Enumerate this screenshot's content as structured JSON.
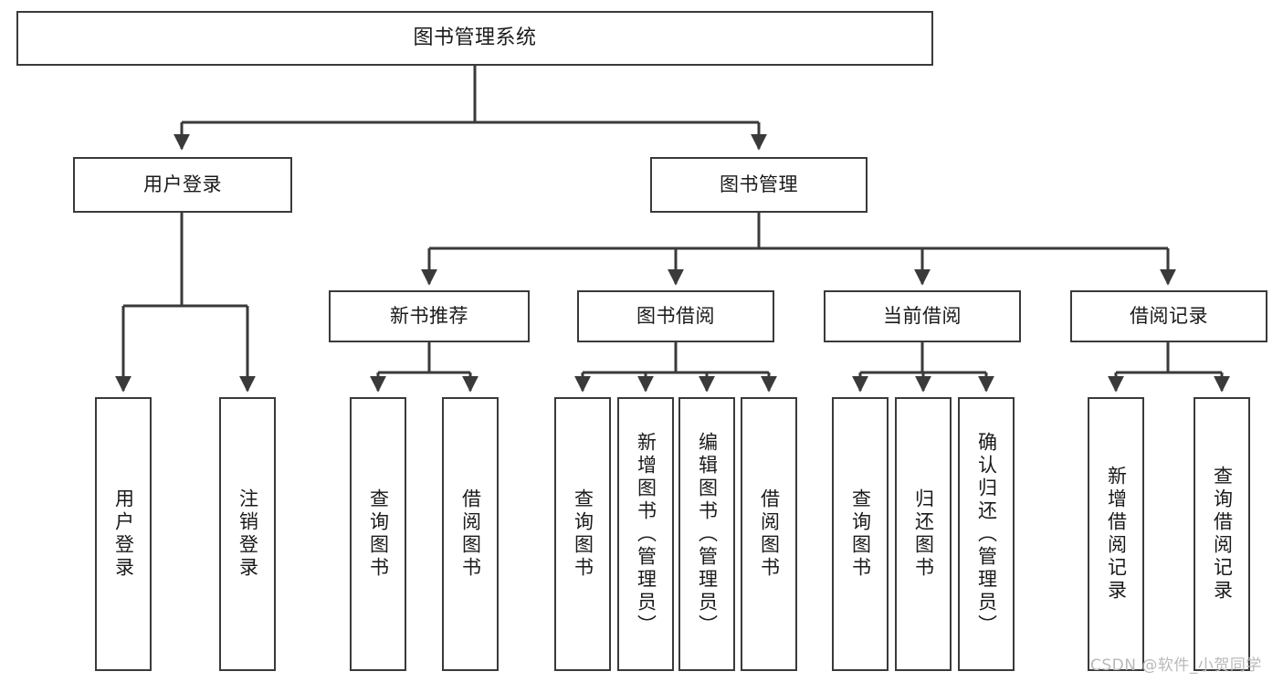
{
  "diagram": {
    "title": "图书管理系统",
    "type": "tree-hierarchy-diagram",
    "colors": {
      "background": "#ffffff",
      "box_border": "#3a3a3a",
      "box_fill": "#ffffff",
      "connector": "#3a3a3a",
      "text": "#1a1a1a",
      "watermark": "#b9b9b9"
    },
    "root": {
      "label": "图书管理系统"
    },
    "level2": [
      {
        "label": "用户登录"
      },
      {
        "label": "图书管理"
      }
    ],
    "level3": [
      {
        "label": "新书推荐"
      },
      {
        "label": "图书借阅"
      },
      {
        "label": "当前借阅"
      },
      {
        "label": "借阅记录"
      }
    ],
    "leaves": {
      "user_login": [
        {
          "label": "用户登录"
        },
        {
          "label": "注销登录"
        }
      ],
      "new_book_recommend": [
        {
          "label": "查询图书"
        },
        {
          "label": "借阅图书"
        }
      ],
      "book_borrow": [
        {
          "label": "查询图书"
        },
        {
          "label": "新增图书（管理员）"
        },
        {
          "label": "编辑图书（管理员）"
        },
        {
          "label": "借阅图书"
        }
      ],
      "current_borrow": [
        {
          "label": "查询图书"
        },
        {
          "label": "归还图书"
        },
        {
          "label": "确认归还（管理员）"
        }
      ],
      "borrow_record": [
        {
          "label": "新增借阅记录"
        },
        {
          "label": "查询借阅记录"
        }
      ]
    },
    "watermark": "CSDN @软件_小贺同学"
  }
}
